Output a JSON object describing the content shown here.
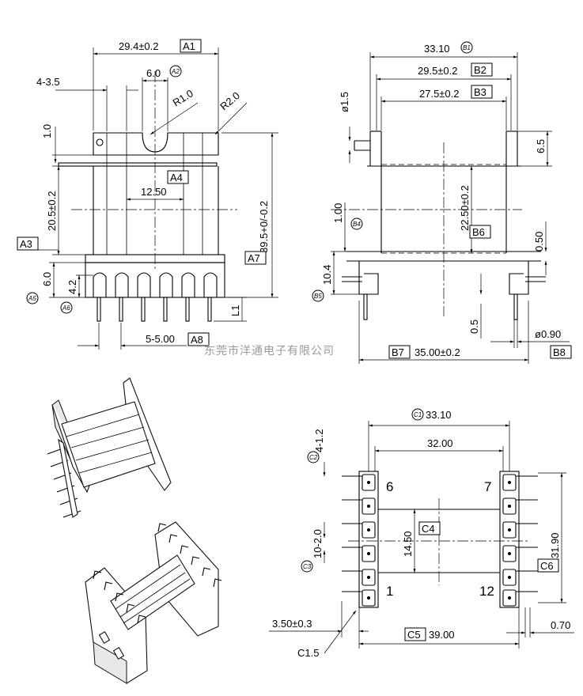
{
  "watermark": "东莞市洋通电子有限公司",
  "front_view": {
    "width_dim": "29.4±0.2",
    "width_tag": "A1",
    "slot_dim": "6.0",
    "slot_tag": "A2",
    "notch_dim": "4-3.5",
    "r1": "R1.0",
    "r2": "R2.0",
    "top_thk": "1.0",
    "winding_tag": "A4",
    "winding_dim": "12.50",
    "height_dim": "20.5±0.2",
    "height_tag": "A3",
    "total_dim": "39.5+0/-0.2",
    "total_tag": "A7",
    "base_h": "6.0",
    "base_tag": "A5",
    "pin_h": "4.2",
    "pin_tag": "A6",
    "l1": "L1",
    "pitch": "5-5.00",
    "pitch_tag": "A8"
  },
  "side_view": {
    "overall": "33.10",
    "overall_tag": "B1",
    "outer": "29.5±0.2",
    "outer_tag": "B2",
    "inner": "27.5±0.2",
    "inner_tag": "B3",
    "dia": "ø1.5",
    "flange": "6.5",
    "core_h": "22.50±0.2",
    "core_tag": "B6",
    "gap": "1.00",
    "gap_tag": "B4",
    "base": "10.4",
    "base_tag": "B5",
    "thk": "0.50",
    "pin_off": "0.5",
    "pin_dia": "ø0.90",
    "pin_dia_tag": "B8",
    "length": "35.00±0.2",
    "length_tag": "B7"
  },
  "bottom_view": {
    "overall": "33.10",
    "overall_tag": "C1",
    "inner": "32.00",
    "notch": "4-1.2",
    "notch_tag": "C2",
    "slot": "10-2.0",
    "slot_tag": "C3",
    "center": "14.50",
    "center_tag": "C4",
    "length": "39.00",
    "length_tag": "C5",
    "pin_span": "31.90",
    "pin_span_tag": "C6",
    "chamfer": "C1.5",
    "edge": "3.50±0.3",
    "pin_w": "0.70",
    "pins": [
      "6",
      "7",
      "1",
      "12"
    ]
  }
}
